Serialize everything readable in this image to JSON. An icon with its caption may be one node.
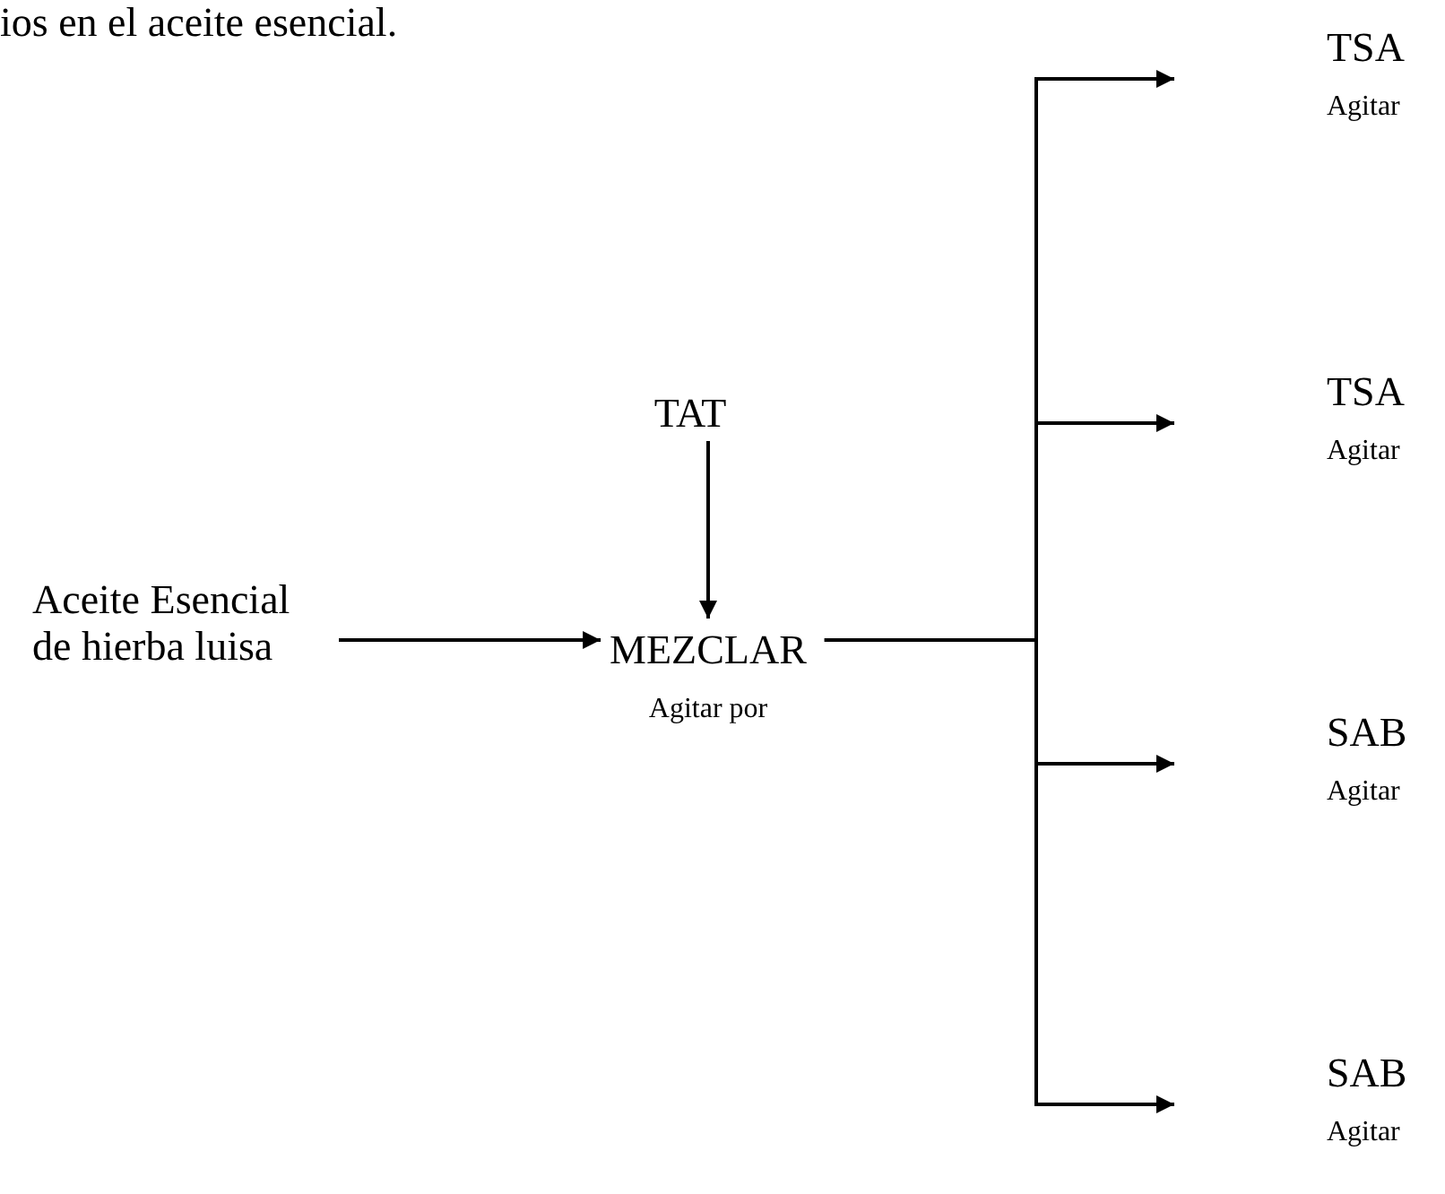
{
  "diagram": {
    "nodes": [
      {
        "text": [
          "Aceite Esencial de hierba luisa"
        ]
      },
      {
        "text": [
          "TAT"
        ]
      },
      {
        "text": [
          "MEZCLAR",
          "Agitar por"
        ]
      },
      {
        "text": [
          "TSA",
          "Agitar"
        ]
      },
      {
        "text": [
          "TSA",
          "Agitar"
        ]
      },
      {
        "text": [
          "SAB",
          "Agitar"
        ]
      },
      {
        "text": [
          "SAB",
          "Agitar"
        ]
      }
    ],
    "edges": [
      {
        "from": 0,
        "to": 2,
        "arrow": "to"
      },
      {
        "from": 1,
        "to": 2,
        "arrow": "to"
      },
      {
        "from": 2,
        "to": 3,
        "arrow": "to"
      },
      {
        "from": 2,
        "to": 4,
        "arrow": "to"
      },
      {
        "from": 2,
        "to": 5,
        "arrow": "to"
      },
      {
        "from": 2,
        "to": 6,
        "arrow": "to"
      }
    ],
    "labels": [
      "ios en el aceite esencial."
    ]
  }
}
